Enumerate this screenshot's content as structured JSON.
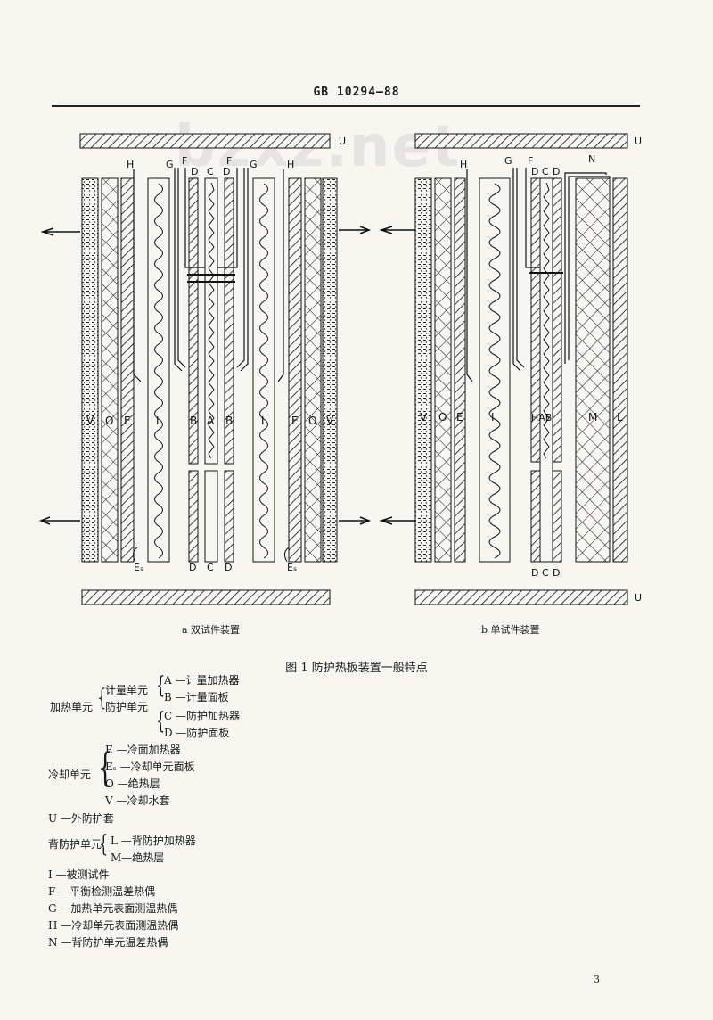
{
  "header": {
    "standard_code": "GB 10294—88"
  },
  "watermark": "bzxz.net",
  "figure": {
    "labels": {
      "U": "U",
      "H": "H",
      "G": "G",
      "F": "F",
      "D": "D",
      "C": "C",
      "N": "N",
      "V": "V",
      "O": "O",
      "E": "E",
      "I": "I",
      "B": "B",
      "A": "A",
      "M": "M",
      "L": "L",
      "Es": "Eₛ",
      "HAB": "HAB"
    },
    "sub_captions": {
      "a": "a  双试件装置",
      "b": "b  单试件装置"
    },
    "caption": "图 1   防护热板装置一般特点"
  },
  "legend": {
    "heating_unit": "加热单元",
    "metering_unit": "计量单元",
    "guard_unit": "防护单元",
    "A": "A —计量加热器",
    "B": "B —计量面板",
    "C": "C —防护加热器",
    "D": "D —防护面板",
    "cooling_unit": "冷却单元",
    "E": "E —冷面加热器",
    "Es": "Eₛ —冷却单元面板",
    "O": "O —绝热层",
    "V": "V —冷却水套",
    "U": "U —外防护套",
    "back_guard_unit": "背防护单元",
    "L": "L —背防护加热器",
    "M": "M—绝热层",
    "I": "I  —被测试件",
    "F": "F —平衡检测温差热偶",
    "G": "G —加热单元表面测温热偶",
    "H": "H —冷却单元表面测温热偶",
    "N": "N —背防护单元温差热偶"
  },
  "page_number": "3"
}
